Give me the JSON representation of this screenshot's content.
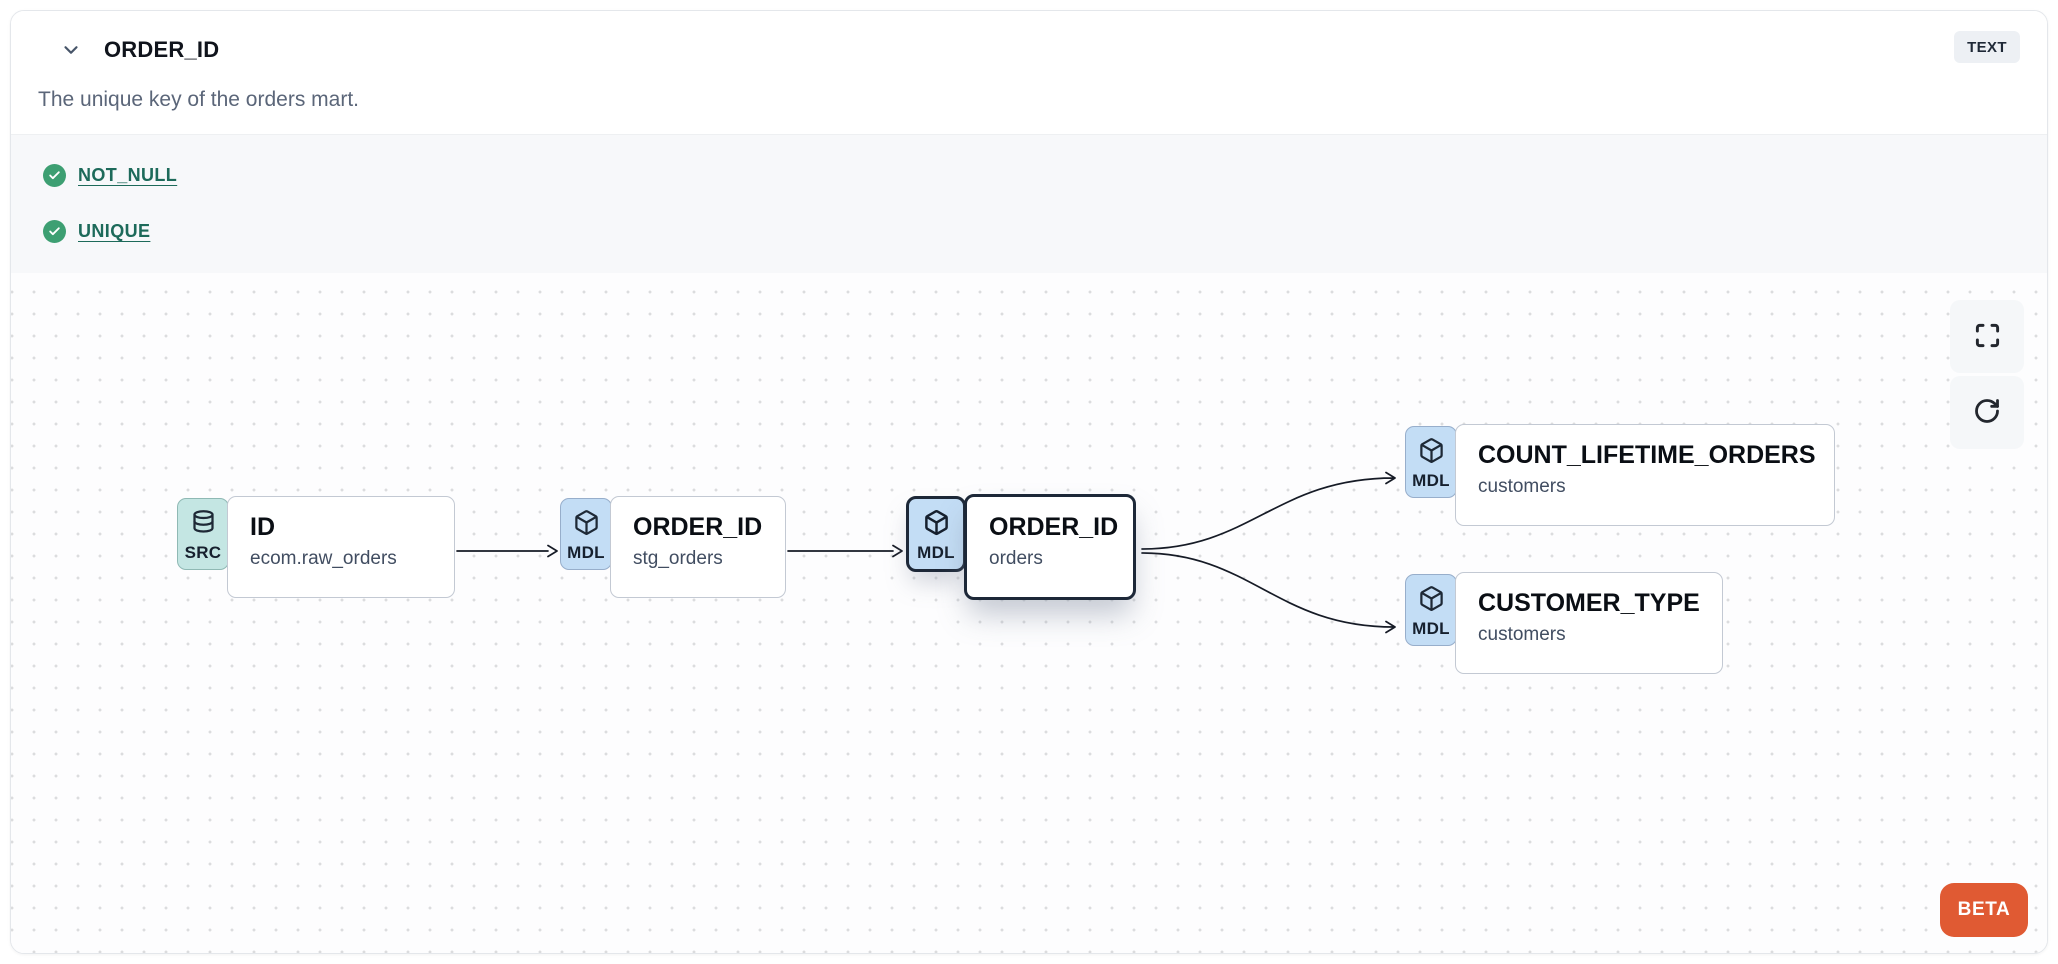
{
  "header": {
    "title": "ORDER_ID",
    "type_badge": "TEXT",
    "description": "The unique key of the orders mart.",
    "collapse_icon": "chevron-down"
  },
  "tests": [
    {
      "label": "NOT_NULL",
      "status": "pass"
    },
    {
      "label": "UNIQUE",
      "status": "pass"
    }
  ],
  "lineage": {
    "controls": {
      "fullscreen_icon": "fullscreen-expand",
      "refresh_icon": "refresh-clockwise"
    },
    "beta_label": "BETA",
    "nodes": [
      {
        "id": "source",
        "badge": "SRC",
        "icon": "database",
        "title": "ID",
        "subtitle": "ecom.raw_orders",
        "selected": false
      },
      {
        "id": "staging",
        "badge": "MDL",
        "icon": "cube",
        "title": "ORDER_ID",
        "subtitle": "stg_orders",
        "selected": false
      },
      {
        "id": "mart",
        "badge": "MDL",
        "icon": "cube",
        "title": "ORDER_ID",
        "subtitle": "orders",
        "selected": true
      },
      {
        "id": "downstream-1",
        "badge": "MDL",
        "icon": "cube",
        "title": "COUNT_LIFETIME_ORDERS",
        "subtitle": "customers",
        "selected": false
      },
      {
        "id": "downstream-2",
        "badge": "MDL",
        "icon": "cube",
        "title": "CUSTOMER_TYPE",
        "subtitle": "customers",
        "selected": false
      }
    ],
    "edges": [
      {
        "from": "source",
        "to": "staging"
      },
      {
        "from": "staging",
        "to": "mart"
      },
      {
        "from": "mart",
        "to": "downstream-1"
      },
      {
        "from": "mart",
        "to": "downstream-2"
      }
    ]
  },
  "colors": {
    "beta_badge": "#e05a33",
    "badge_src_bg": "#c4e6e3",
    "badge_mdl_bg": "#c3ddf5",
    "check_green": "#3d9f72",
    "test_link": "#1d6a5a",
    "edge": "#161b26",
    "selected_border": "#1d2838"
  }
}
